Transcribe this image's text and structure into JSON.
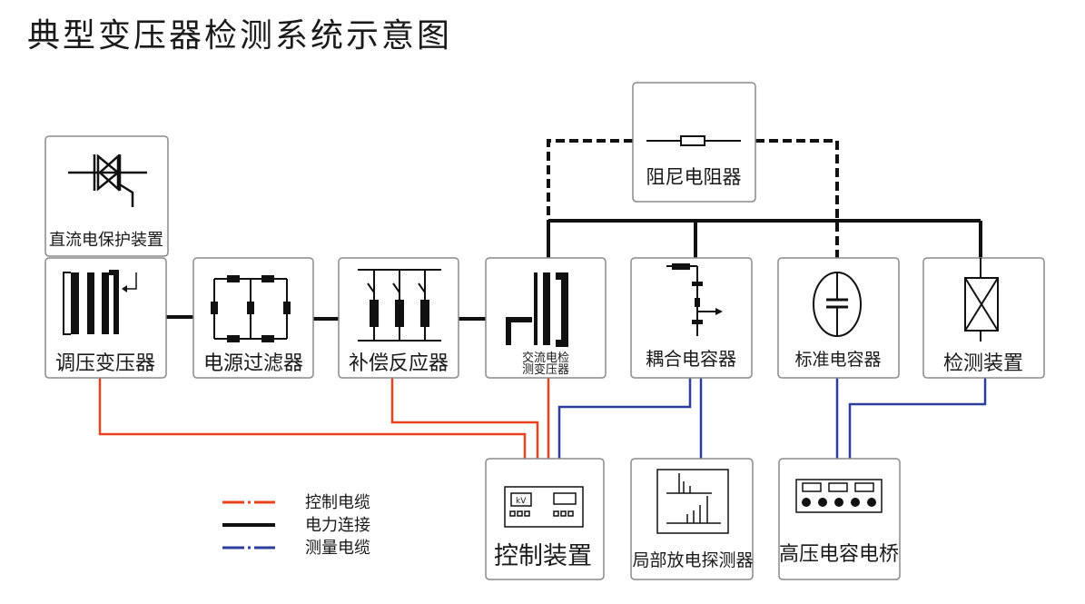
{
  "title": "典型变压器检测系统示意图",
  "colors": {
    "control_cable": "#e8431c",
    "power": "#111111",
    "measure_cable": "#2a3e9a",
    "box_border": "#8a8a8a"
  },
  "blocks": {
    "damping_resistor": "阻尼电阻器",
    "dc_protection": "直流电保护装置",
    "regulating_transformer": "调压变压器",
    "power_filter": "电源过滤器",
    "compensation_reactor": "补偿反应器",
    "ac_test_transformer_line1": "交流电检",
    "ac_test_transformer_line2": "测变压器",
    "coupling_capacitor": "耦合电容器",
    "standard_capacitor": "标准电容器",
    "test_device": "检测装置",
    "control_device": "控制装置",
    "pd_detector": "局部放电探测器",
    "hv_capacitance_bridge": "高压电容电桥",
    "control_panel_kv": "kV"
  },
  "legend": [
    {
      "label": "控制电缆",
      "kind": "control_cable"
    },
    {
      "label": "电力连接",
      "kind": "power"
    },
    {
      "label": "测量电缆",
      "kind": "measure_cable"
    }
  ]
}
